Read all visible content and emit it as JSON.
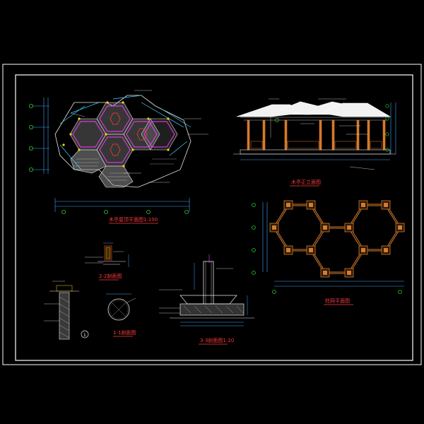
{
  "drawing": {
    "colors": {
      "background": "#000000",
      "frame": "#ffffff",
      "line": "#e8e8e8",
      "dimension": "#3fa9ff",
      "caption": "#ff3b3b",
      "highlight": "#ff3bff",
      "roof": "#ffffff",
      "column": "#d67a2a",
      "grid_marker": "#2fd12f"
    },
    "captions": {
      "roof_plan": "木亭屋顶平面图1:100",
      "front_elevation": "木亭正立面图",
      "column_plan": "柱网平面图",
      "section_2": "2-2剖面图",
      "section_1": "1-1剖面图",
      "detail_3": "3-3剖面图1:20"
    },
    "callouts": {
      "detail_number": "1"
    },
    "icons": [
      "grid-marker-icon",
      "column-footing-icon",
      "section-symbol-icon"
    ]
  }
}
